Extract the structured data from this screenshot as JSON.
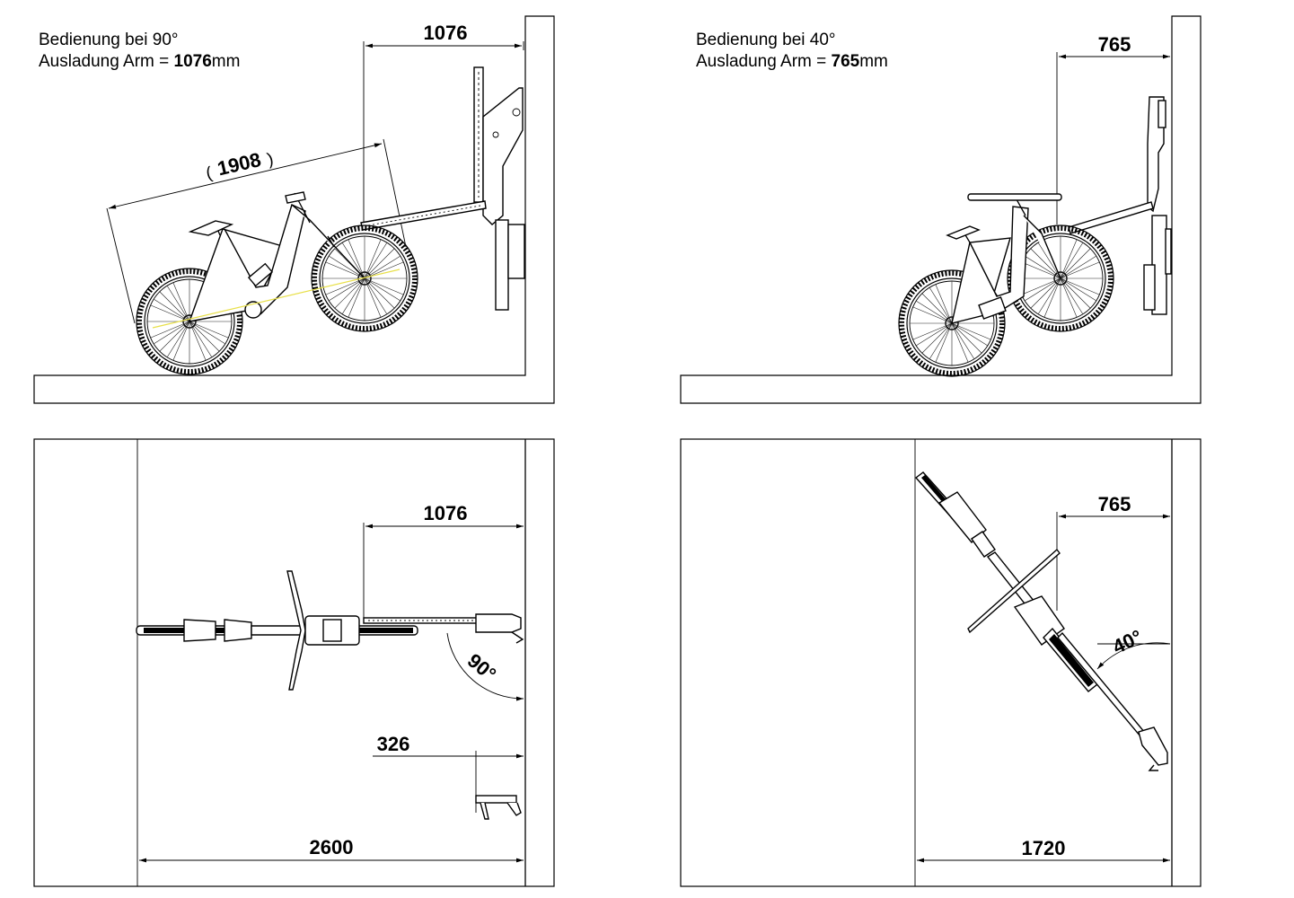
{
  "panels": {
    "side_90": {
      "note_line1": "Bedienung bei 90°",
      "note_prefix": "Ausladung Arm = ",
      "note_value": "1076",
      "note_unit": "mm",
      "dim_arm": "1076",
      "dim_length": "1908"
    },
    "side_40": {
      "note_line1": "Bedienung bei 40°",
      "note_prefix": "Ausladung Arm = ",
      "note_value": "765",
      "note_unit": "mm",
      "dim_arm": "765"
    },
    "top_90": {
      "dim_arm": "1076",
      "dim_angle": "90°",
      "dim_folded": "326",
      "dim_room": "2600"
    },
    "top_40": {
      "dim_arm": "765",
      "dim_angle": "40°",
      "dim_room": "1720"
    }
  }
}
